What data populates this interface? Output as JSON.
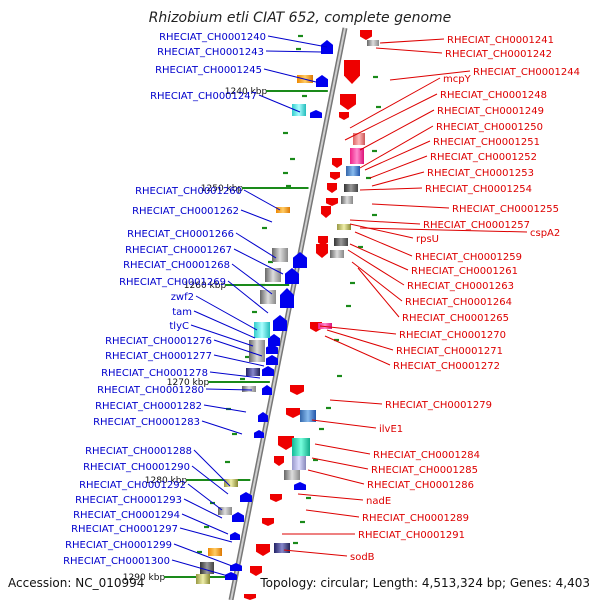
{
  "title": "Rhizobium etli CIAT 652, complete genome",
  "accession": "Accession: NC_010994",
  "topology": "Topology: circular; Length: 4,513,324 bp; Genes: 4,403",
  "colors": {
    "forward_label": "#0000cc",
    "reverse_label": "#dd0000",
    "forward_gene": "#0000ee",
    "reverse_gene": "#ee0000",
    "tick": "#1a8a1a"
  },
  "scale_marks": [
    "1240 kbp",
    "1250 kbp",
    "1260 kbp",
    "1270 kbp",
    "1280 kbp",
    "1290 kbp"
  ],
  "left_labels": [
    "RHECIAT_CH0001240",
    "RHECIAT_CH0001243",
    "RHECIAT_CH0001245",
    "RHECIAT_CH0001247",
    "RHECIAT_CH0001260",
    "RHECIAT_CH0001262",
    "RHECIAT_CH0001266",
    "RHECIAT_CH0001267",
    "RHECIAT_CH0001268",
    "RHECIAT_CH0001269",
    "zwf2",
    "tam",
    "tlyC",
    "RHECIAT_CH0001276",
    "RHECIAT_CH0001277",
    "RHECIAT_CH0001278",
    "RHECIAT_CH0001280",
    "RHECIAT_CH0001282",
    "RHECIAT_CH0001283",
    "RHECIAT_CH0001288",
    "RHECIAT_CH0001290",
    "RHECIAT_CH0001292",
    "RHECIAT_CH0001293",
    "RHECIAT_CH0001294",
    "RHECIAT_CH0001297",
    "RHECIAT_CH0001299",
    "RHECIAT_CH0001300"
  ],
  "right_labels": [
    "RHECIAT_CH0001241",
    "RHECIAT_CH0001242",
    "RHECIAT_CH0001244",
    "mcpY",
    "RHECIAT_CH0001248",
    "RHECIAT_CH0001249",
    "RHECIAT_CH0001250",
    "RHECIAT_CH0001251",
    "RHECIAT_CH0001252",
    "RHECIAT_CH0001253",
    "RHECIAT_CH0001254",
    "RHECIAT_CH0001255",
    "RHECIAT_CH0001257",
    "cspA2",
    "rpsU",
    "RHECIAT_CH0001259",
    "RHECIAT_CH0001261",
    "RHECIAT_CH0001263",
    "RHECIAT_CH0001264",
    "RHECIAT_CH0001265",
    "RHECIAT_CH0001270",
    "RHECIAT_CH0001271",
    "RHECIAT_CH0001272",
    "RHECIAT_CH0001279",
    "ilvE1",
    "RHECIAT_CH0001284",
    "RHECIAT_CH0001285",
    "RHECIAT_CH0001286",
    "nadE",
    "RHECIAT_CH0001289",
    "RHECIAT_CH0001291",
    "sodB"
  ]
}
